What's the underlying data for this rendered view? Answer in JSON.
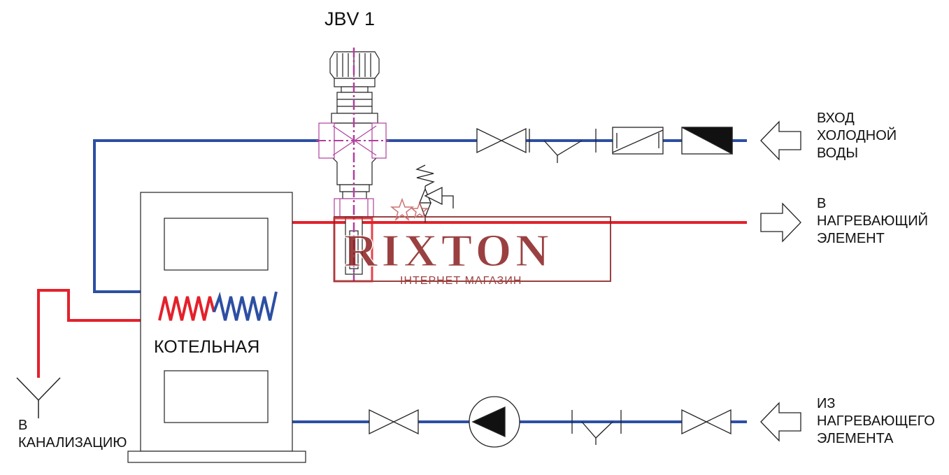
{
  "valve_title": "JBV 1",
  "labels": {
    "cold_in": [
      "ВХОД",
      "ХОЛОДНОЙ",
      "ВОДЫ"
    ],
    "to_heater": [
      "В",
      "НАГРЕВАЮЩИЙ",
      "ЭЛЕМЕНТ"
    ],
    "from_heater": [
      "ИЗ",
      "НАГРЕВАЮЩЕГО",
      "ЭЛЕМЕНТА"
    ],
    "sewer": [
      "В",
      "КАНАЛИЗАЦИЮ"
    ],
    "boiler_room": "КОТЕЛЬНАЯ"
  },
  "watermark": {
    "brand": "RIXTON",
    "subtitle": "ІНТЕРНЕТ МАГАЗИН"
  },
  "colors": {
    "cold_line": "#2d4fa3",
    "hot_line": "#e3212b",
    "valve_axis": "#b0409c",
    "watermark": "#8a1f1f"
  }
}
